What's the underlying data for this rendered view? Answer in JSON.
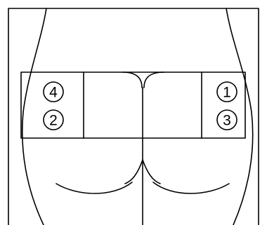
{
  "diagram": {
    "zones": {
      "left": [
        "4",
        "2"
      ],
      "right": [
        "1",
        "3"
      ]
    },
    "colors": {
      "line": "#000000",
      "background": "#ffffff"
    }
  }
}
